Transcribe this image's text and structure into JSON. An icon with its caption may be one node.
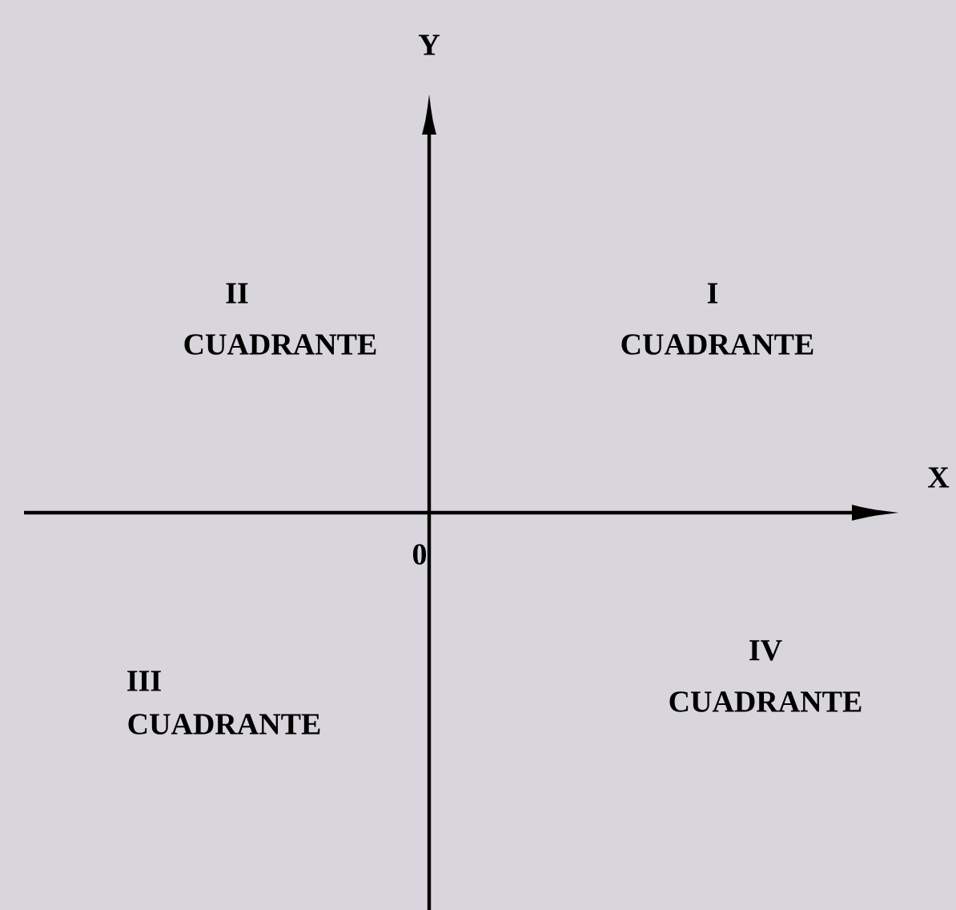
{
  "diagram": {
    "labels": [
      "Y",
      "II",
      "CUADRANTE",
      "I",
      "CUADRANTE",
      "X",
      "0",
      "IV",
      "III",
      "CUADRANTE",
      "CUADRANTE"
    ]
  }
}
